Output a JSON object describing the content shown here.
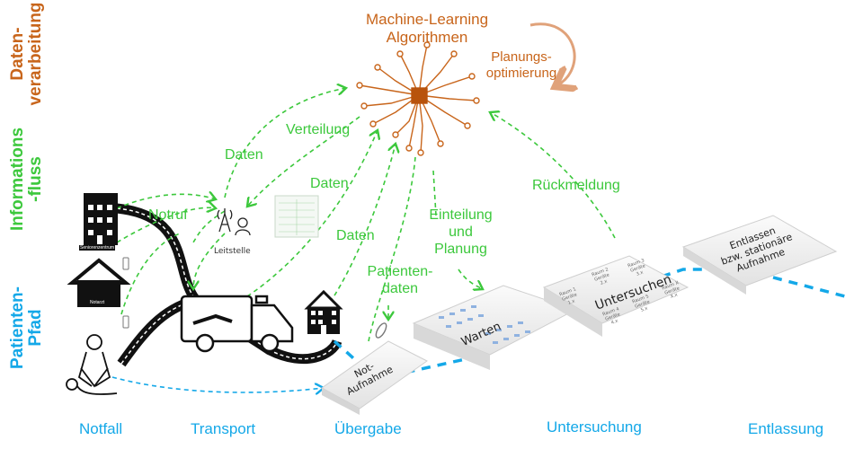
{
  "row_labels": {
    "processing": "Daten-\nverarbeitung",
    "information": "Informations\n-fluss",
    "patient": "Patienten-\nPfad"
  },
  "ml": {
    "title": "Machine-Learning\nAlgorithmen",
    "loop_label": "Planungs-\noptimierung"
  },
  "flow_labels": {
    "daten1": "Daten",
    "verteilung": "Verteilung",
    "daten2": "Daten",
    "daten3": "Daten",
    "notruf": "Notruf",
    "einteilung": "Einteilung\nund\nPlanung",
    "rueckmeldung": "Rückmeldung",
    "patientendaten": "Patienten-\ndaten"
  },
  "icons": {
    "senior_center_caption": "Seniorenzentrum",
    "home_caption": "Notarzt",
    "dispatch_caption": "Leitstelle"
  },
  "rooms": {
    "notaufnahme": "Not-\nAufnahme",
    "warten": "Warten",
    "untersuchen": "Untersuchen",
    "entlassen": "Entlassen\nbzw. stationäre\nAufnahme",
    "cells": [
      "Raum 1\nGeräte\n1.x",
      "Raum 2\nGeräte\n2.x",
      "Raum 3\nGeräte\n3.x",
      "Raum 4\nGeräte\n4.x",
      "Raum 5\nGeräte\n5.x",
      "Raum X\nGeräte\nX.x"
    ]
  },
  "phases": [
    "Notfall",
    "Transport",
    "Übergabe",
    "Untersuchung",
    "Entlassung"
  ],
  "colors": {
    "processing": "#c8651b",
    "information": "#3cc83c",
    "patient": "#14a8e8"
  }
}
